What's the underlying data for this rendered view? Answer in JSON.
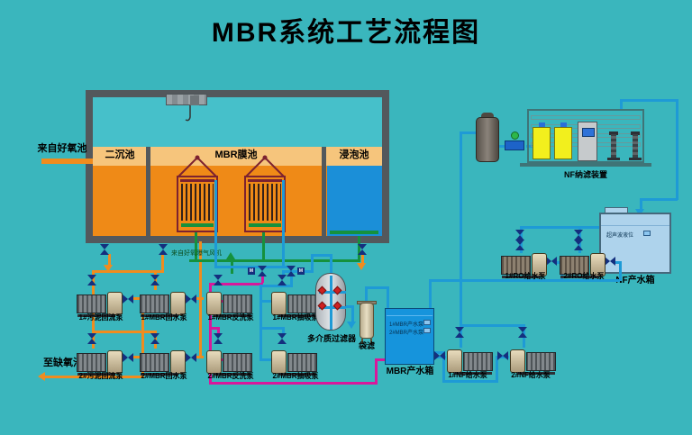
{
  "title": "MBR系统工艺流程图",
  "bioreactor": {
    "sections": [
      {
        "label": "二沉池"
      },
      {
        "label": "MBR膜池"
      },
      {
        "label": "浸泡池"
      }
    ],
    "inlet_label": "来自好氧池",
    "outlet_label": "至缺氧池",
    "blower_label": "来自好氧曝气风机",
    "valve_tag": "M"
  },
  "pumps": [
    {
      "label": "1#污泥回流泵"
    },
    {
      "label": "1#MBR回水泵"
    },
    {
      "label": "2#污泥回流泵"
    },
    {
      "label": "2#MBR回水泵"
    },
    {
      "label": "1#MBR反洗泵"
    },
    {
      "label": "1#MBR抽吸泵"
    },
    {
      "label": "2#MBR反洗泵"
    },
    {
      "label": "2#MBR抽吸泵"
    },
    {
      "label": "1#RO给水泵"
    },
    {
      "label": "2#RO给水泵"
    },
    {
      "label": "1#NF给水泵"
    },
    {
      "label": "2#NF给水泵"
    }
  ],
  "filters": {
    "multimedia_label": "多介质过滤器",
    "bag_label": "袋滤"
  },
  "tanks": {
    "mbr_product": {
      "label": "MBR产水箱",
      "indicators": [
        {
          "text": "1#MBR产水泵"
        },
        {
          "text": "2#MBR产水泵"
        }
      ]
    },
    "nf_product": {
      "label": "NF产水箱",
      "indicator_text": "超声波液位"
    }
  },
  "nf_unit": {
    "label": "NF纳滤装置"
  },
  "colors": {
    "background": "#3ab6bd",
    "pipe_orange": "#f08c1e",
    "pipe_green": "#15913d",
    "pipe_blue": "#1e9ad6",
    "pipe_magenta": "#d8189b",
    "tank_fill_orange": "#ef8a17",
    "soak_pool_blue": "#1b8fd8",
    "product_tank_blue": "#1694dc",
    "valve_navy": "#142f7e",
    "dosing_tank_yellow": "#f2ef1d",
    "frame_gray": "#53585c"
  }
}
